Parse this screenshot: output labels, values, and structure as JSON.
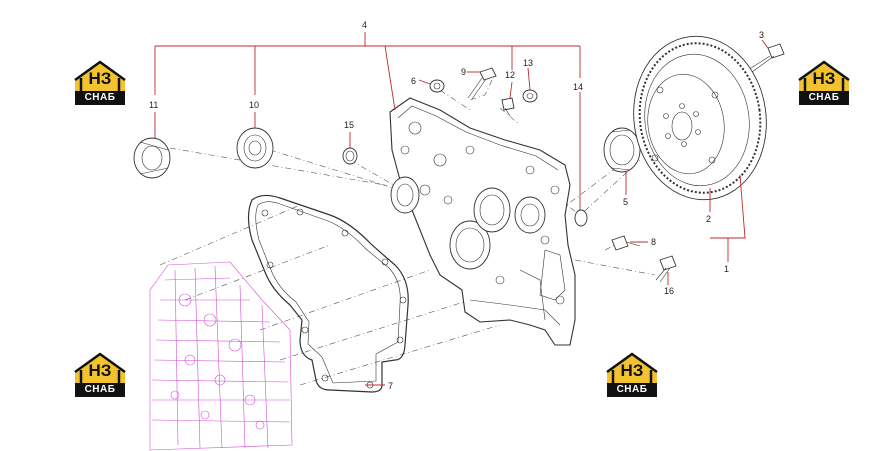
{
  "logo": {
    "mark": "НЗ",
    "sub": "СНАБ",
    "colors": {
      "roof": "#f2c230",
      "dark": "#111111"
    }
  },
  "callouts": {
    "c1": "1",
    "c2": "2",
    "c3": "3",
    "c4": "4",
    "c5": "5",
    "c6": "6",
    "c7": "7",
    "c8": "8",
    "c9": "9",
    "c10": "10",
    "c11": "11",
    "c12": "12",
    "c13": "13",
    "c14": "14",
    "c15": "15",
    "c16": "16"
  },
  "colors": {
    "leader": "#c0282d",
    "engine_block": "#d34fd3",
    "line": "#333333"
  }
}
